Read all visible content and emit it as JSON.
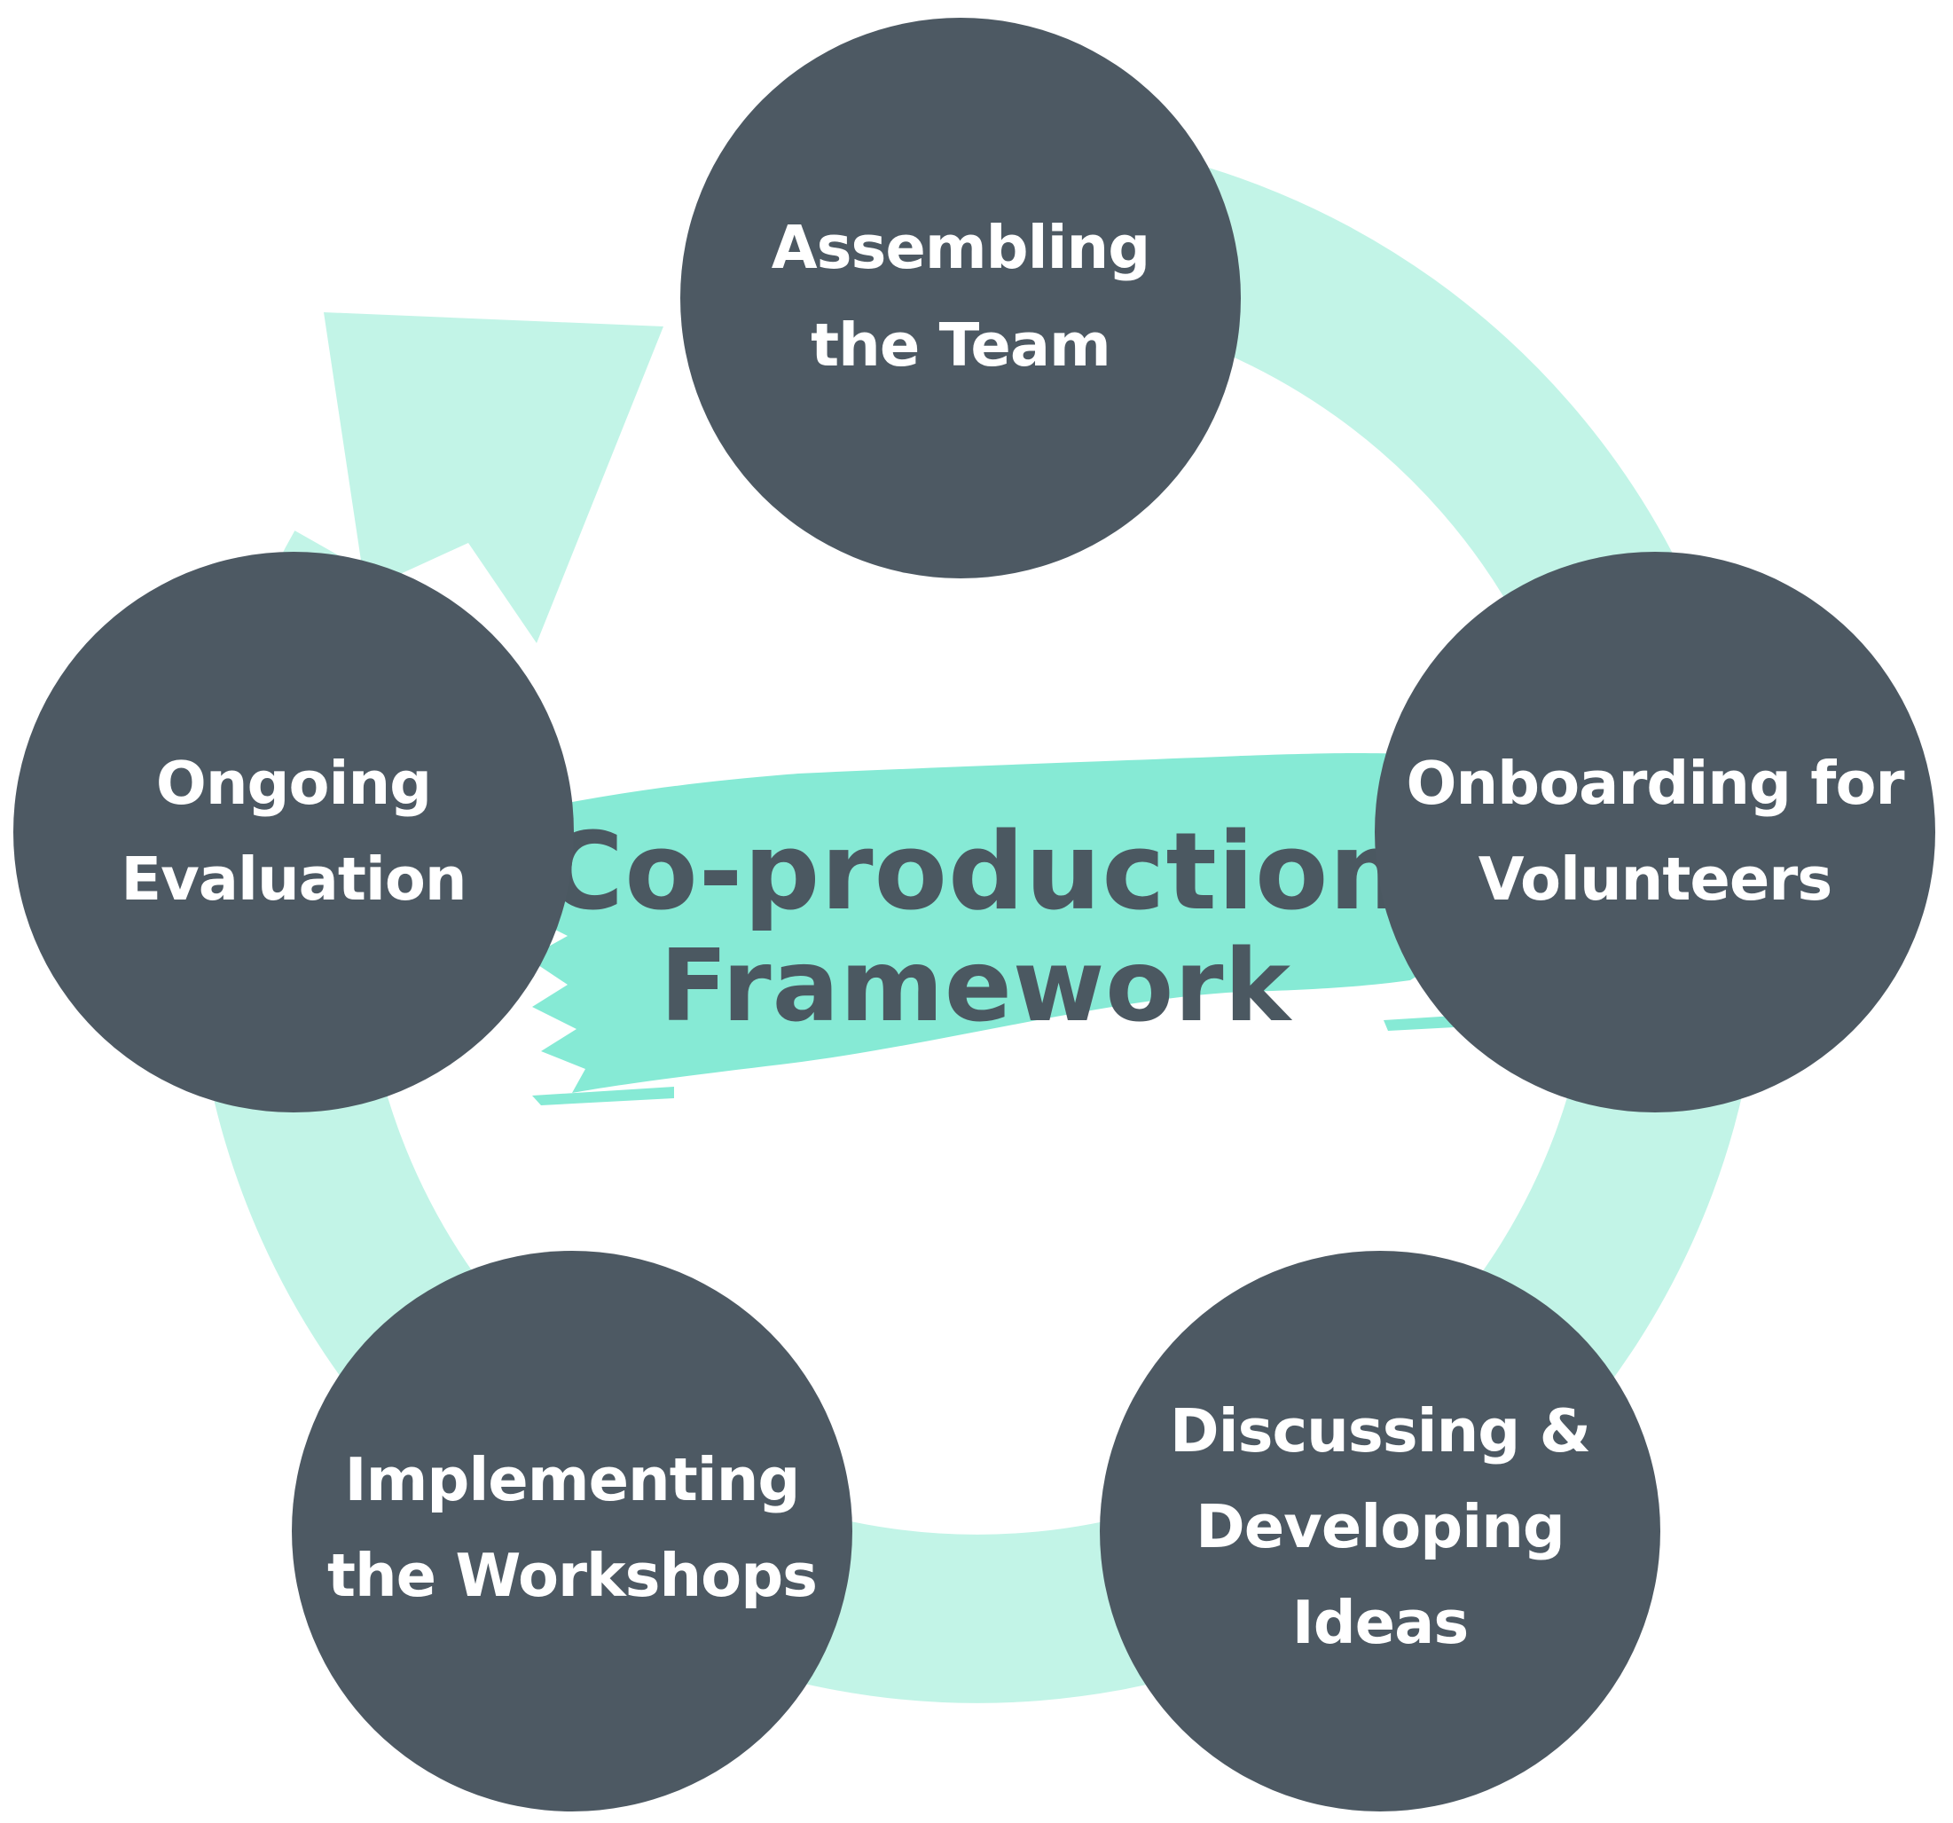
{
  "colors": {
    "ring": "#c2f4e7",
    "node_fill": "#4d5963",
    "node_text": "#ffffff",
    "brush": "#86ead5",
    "title_text": "#4b5861"
  },
  "center": {
    "title_line1": "Co-production",
    "title_line2": "Framework"
  },
  "nodes": [
    {
      "label_line1": "Assembling",
      "label_line2": "the Team"
    },
    {
      "label_line1": "Onboarding for",
      "label_line2": "Volunteers"
    },
    {
      "label_line1": "Discussing &",
      "label_line2": "Developing",
      "label_line3": "Ideas"
    },
    {
      "label_line1": "Implementing",
      "label_line2": "the Workshops"
    },
    {
      "label_line1": "Ongoing",
      "label_line2": "Evaluation"
    }
  ]
}
